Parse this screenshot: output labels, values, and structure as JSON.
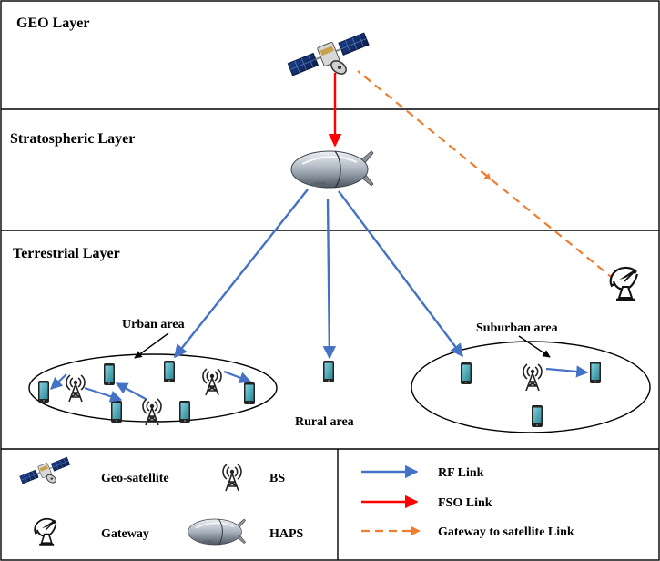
{
  "layers": {
    "geo": "GEO Layer",
    "strat": "Stratospheric Layer",
    "terr": "Terrestrial Layer"
  },
  "areas": {
    "urban": "Urban area",
    "rural": "Rural area",
    "suburban": "Suburban area"
  },
  "legend": {
    "geo_satellite": "Geo-satellite",
    "bs": "BS",
    "gateway": "Gateway",
    "haps": "HAPS",
    "rf_link": "RF Link",
    "fso_link": "FSO Link",
    "gateway_link": "Gateway to satellite Link"
  },
  "colors": {
    "rf": "#4472C4",
    "fso": "#FF0000",
    "gateway_link": "#ED7D31",
    "phone": "#4BA8B8"
  },
  "icons": {
    "satellite": "satellite-icon",
    "haps": "airship-icon",
    "bs": "antenna-tower-icon",
    "gateway": "satellite-dish-icon",
    "ue": "phone-icon"
  }
}
